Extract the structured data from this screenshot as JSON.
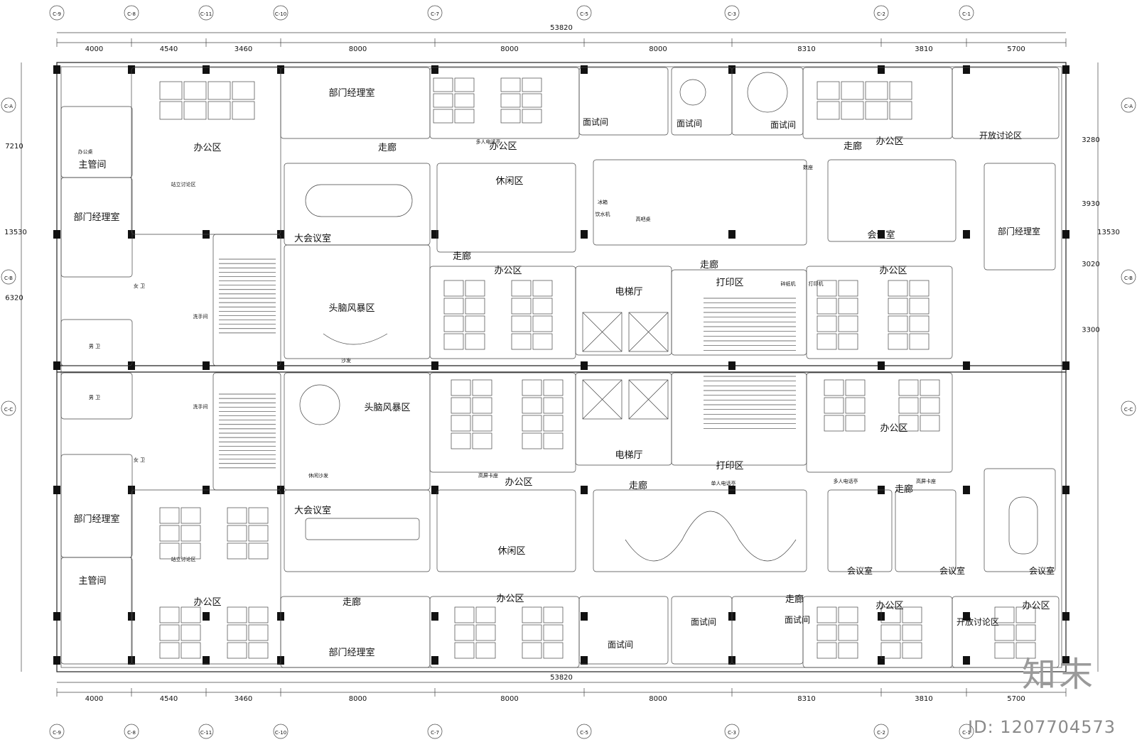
{
  "plan": {
    "total_dimension": "53820",
    "segment_dimensions": [
      "4000",
      "4540",
      "3460",
      "8000",
      "8000",
      "8000",
      "8310",
      "3810",
      "5700"
    ],
    "side_dimensions": [
      "7210",
      "13530",
      "6320",
      "3280",
      "3930",
      "3020",
      "3300"
    ],
    "axis_tags": [
      "C-9",
      "C-8",
      "C-11",
      "C-10",
      "C-7",
      "C-5",
      "C-3",
      "C-2",
      "C-1"
    ],
    "row_tags": [
      "C-A",
      "C-B",
      "C-C"
    ]
  },
  "rooms": [
    {
      "id": "manager-top",
      "label": "主管间"
    },
    {
      "id": "dept-mgr-left-top",
      "label": "部门经理室"
    },
    {
      "id": "dept-mgr-top",
      "label": "部门经理室"
    },
    {
      "id": "office-a",
      "label": "办公区"
    },
    {
      "id": "corridor-a",
      "label": "走廊"
    },
    {
      "id": "office-b",
      "label": "办公区"
    },
    {
      "id": "interview-1",
      "label": "面试间"
    },
    {
      "id": "interview-2",
      "label": "面试间"
    },
    {
      "id": "interview-3",
      "label": "面试间"
    },
    {
      "id": "corridor-b",
      "label": "走廊"
    },
    {
      "id": "office-c",
      "label": "办公区"
    },
    {
      "id": "open-discussion-top",
      "label": "开放讨论区"
    },
    {
      "id": "big-meeting-top",
      "label": "大会议室"
    },
    {
      "id": "lounge-top",
      "label": "休闲区"
    },
    {
      "id": "meeting-top",
      "label": "会议室"
    },
    {
      "id": "dept-mgr-right",
      "label": "部门经理室"
    },
    {
      "id": "corridor-c",
      "label": "走廊"
    },
    {
      "id": "corridor-d",
      "label": "走廊"
    },
    {
      "id": "brainstorm-top",
      "label": "头脑风暴区"
    },
    {
      "id": "office-d",
      "label": "办公区"
    },
    {
      "id": "elevator-top",
      "label": "电梯厅"
    },
    {
      "id": "print-top",
      "label": "打印区"
    },
    {
      "id": "office-e",
      "label": "办公区"
    },
    {
      "id": "brainstorm-bottom",
      "label": "头脑风暴区"
    },
    {
      "id": "elevator-bottom",
      "label": "电梯厅"
    },
    {
      "id": "print-bottom",
      "label": "打印区"
    },
    {
      "id": "office-f",
      "label": "办公区"
    },
    {
      "id": "office-g",
      "label": "办公区"
    },
    {
      "id": "corridor-e",
      "label": "走廊"
    },
    {
      "id": "corridor-f",
      "label": "走廊"
    },
    {
      "id": "dept-mgr-left-bottom",
      "label": "部门经理室"
    },
    {
      "id": "big-meeting-bottom",
      "label": "大会议室"
    },
    {
      "id": "lounge-bottom",
      "label": "休闲区"
    },
    {
      "id": "meeting-b1",
      "label": "会议室"
    },
    {
      "id": "meeting-b2",
      "label": "会议室"
    },
    {
      "id": "meeting-b3",
      "label": "会议室"
    },
    {
      "id": "manager-bottom",
      "label": "主管间"
    },
    {
      "id": "office-h",
      "label": "办公区"
    },
    {
      "id": "corridor-g",
      "label": "走廊"
    },
    {
      "id": "office-i",
      "label": "办公区"
    },
    {
      "id": "corridor-h",
      "label": "走廊"
    },
    {
      "id": "interview-4",
      "label": "面试间"
    },
    {
      "id": "interview-5",
      "label": "面试间"
    },
    {
      "id": "interview-6",
      "label": "面试间"
    },
    {
      "id": "office-j",
      "label": "办公区"
    },
    {
      "id": "open-discussion-bottom",
      "label": "开放讨论区"
    },
    {
      "id": "office-k",
      "label": "办公区"
    },
    {
      "id": "dept-mgr-bottom",
      "label": "部门经理室"
    }
  ],
  "small_labels": {
    "female_wc_top": "女 卫",
    "male_wc_top": "男 卫",
    "wash_top": "洗手间",
    "male_wc_bottom": "男 卫",
    "female_wc_bottom": "女 卫",
    "wash_bottom": "洗手间",
    "sofa": "沙发",
    "leisure_sofa": "休闲沙发",
    "office_desk": "办公桌",
    "standing_area": "站立讨论区",
    "bar_table": "高吧桌",
    "water_dispenser": "饮水机",
    "fridge": "冰箱",
    "shredder": "碎纸机",
    "printer": "打印机",
    "multi_phone": "多人电话亭",
    "single_phone": "单人电话亭",
    "high_screen": "高屏卡座",
    "number_seat": "数座"
  },
  "watermark": {
    "brand": "知末",
    "id": "ID: 1207704573"
  }
}
